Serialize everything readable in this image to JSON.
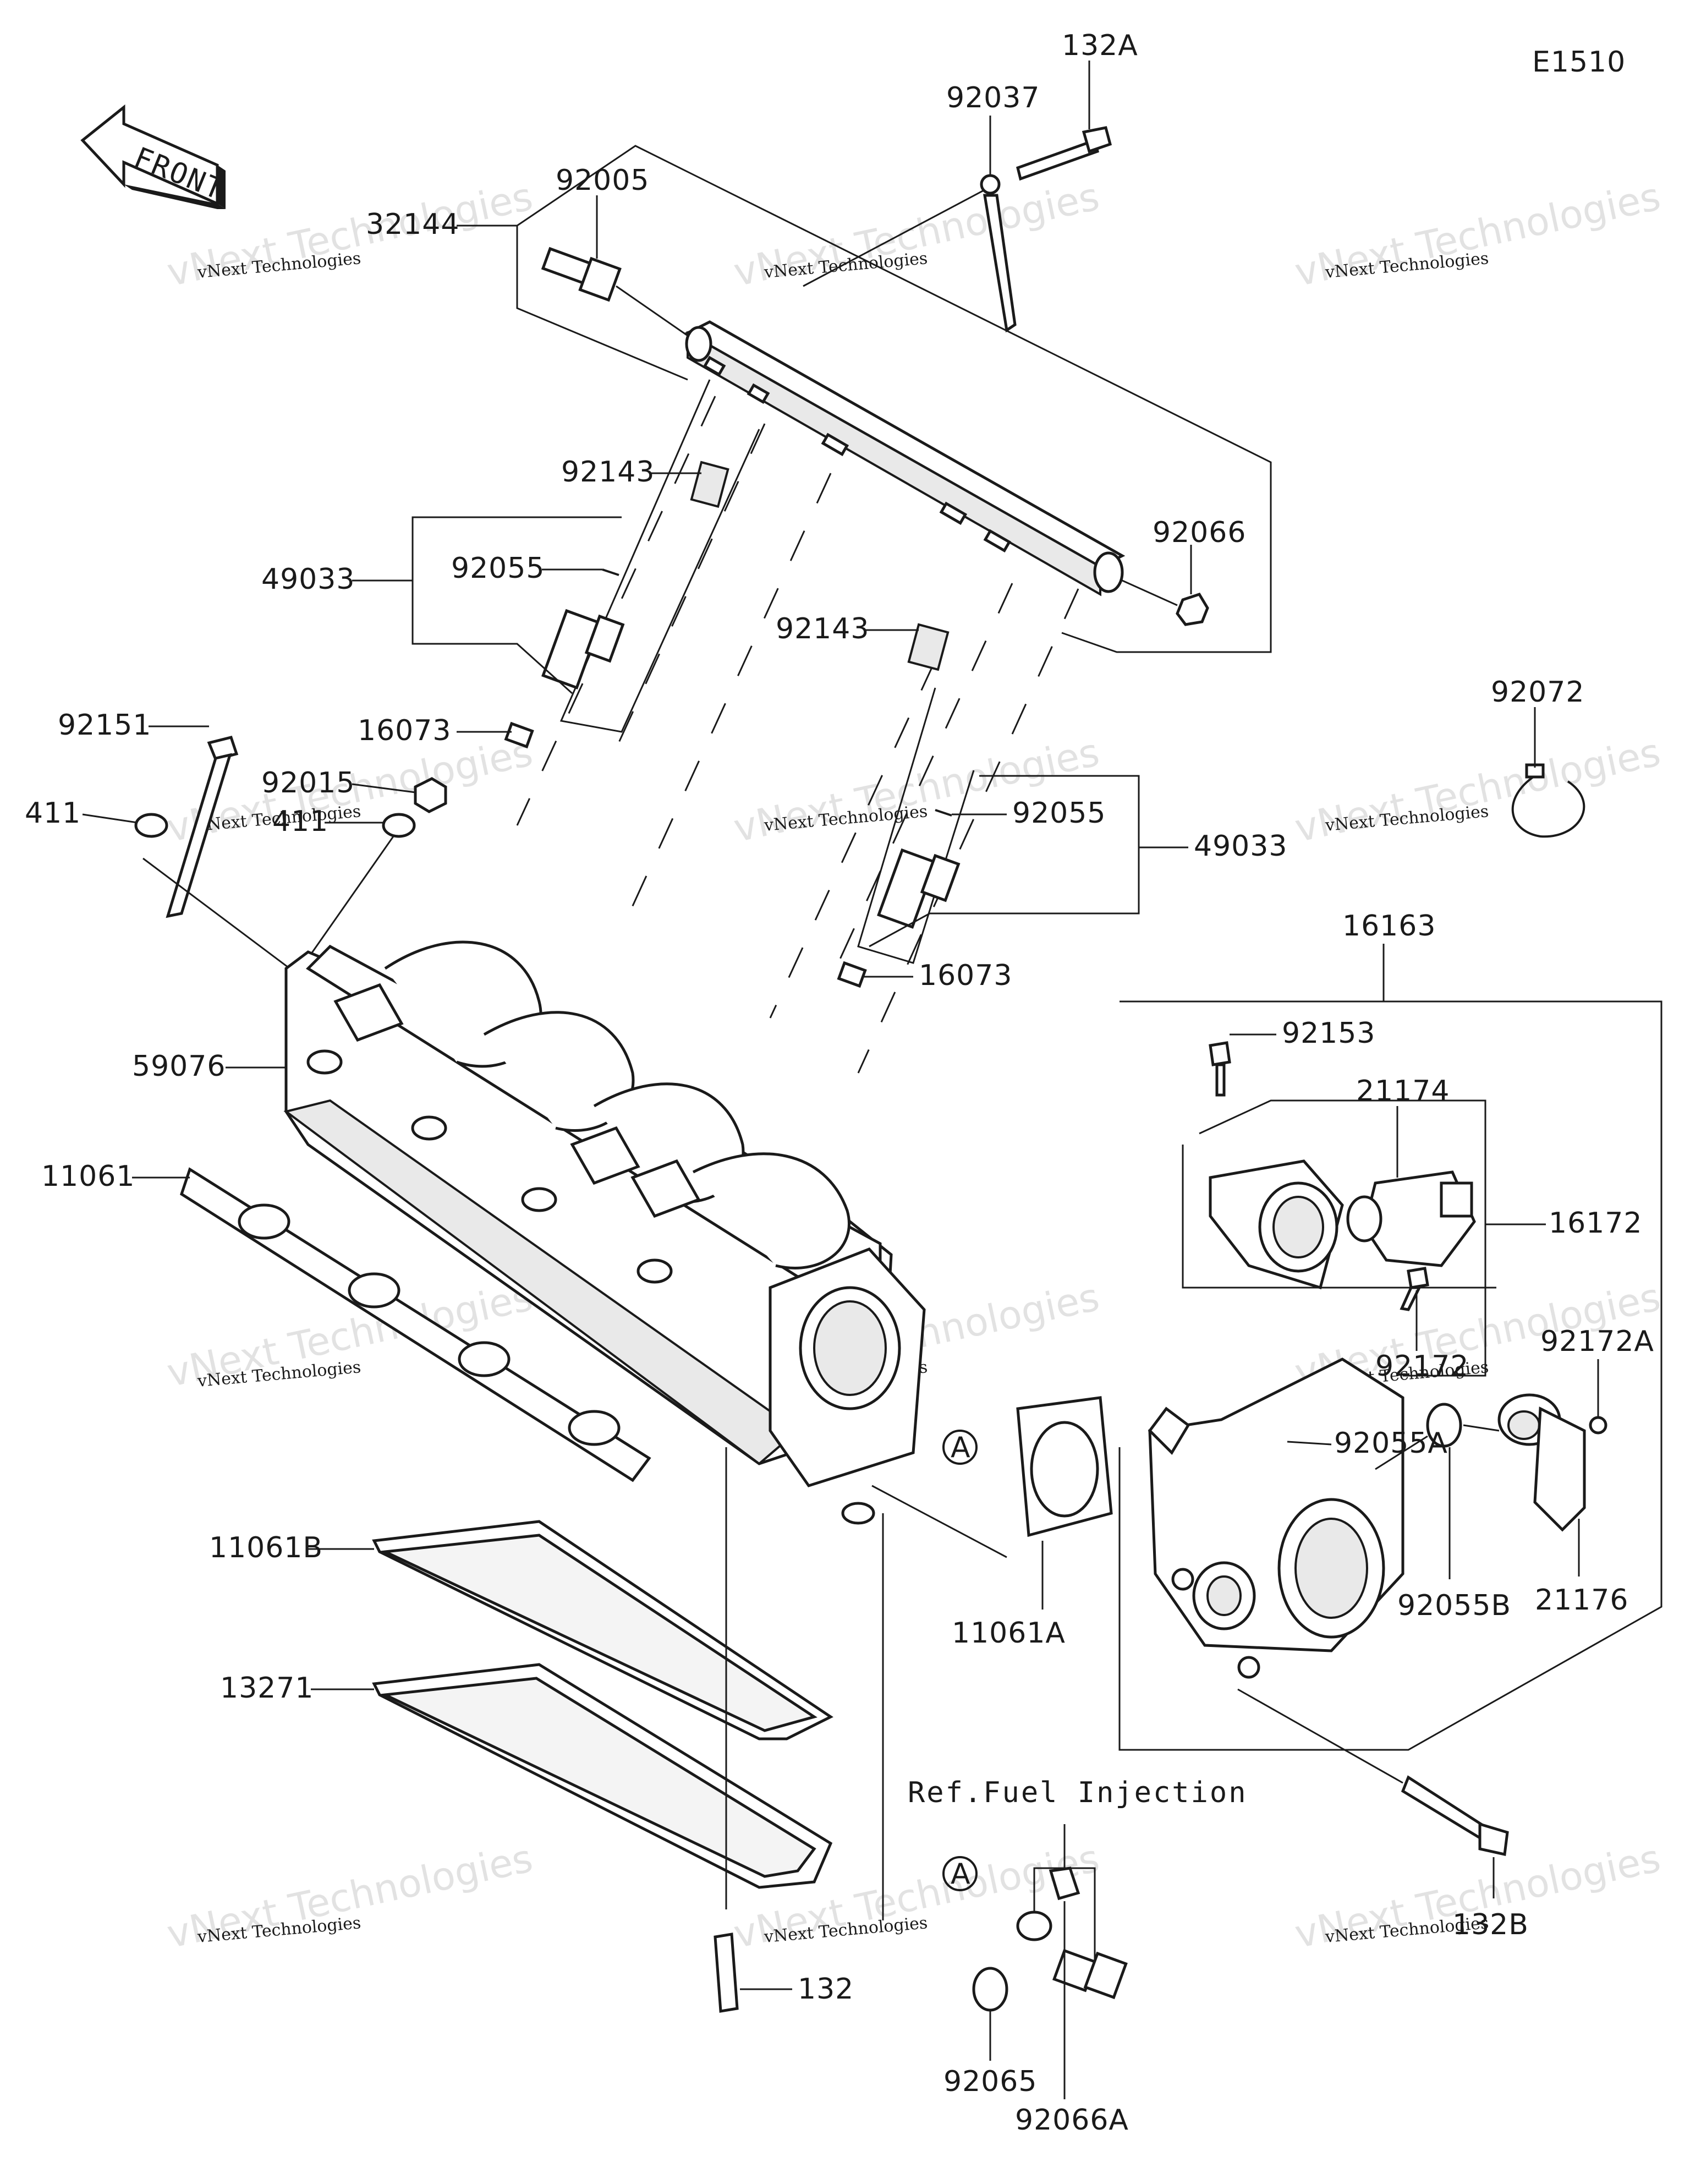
{
  "diagram_code": "E1510",
  "front_label": "FRONT",
  "ref_note": "Ref.Fuel Injection",
  "circle_marker": "A",
  "watermark": {
    "large": "vNext Technologies",
    "small": "vNext Technologies"
  },
  "part_labels": {
    "p132A": "132A",
    "p92037": "92037",
    "p92005": "92005",
    "p32144": "32144",
    "p92143_a": "92143",
    "p92143_b": "92143",
    "p92066": "92066",
    "p49033_a": "49033",
    "p49033_b": "49033",
    "p92055_a": "92055",
    "p92055_b": "92055",
    "p92072": "92072",
    "p92151": "92151",
    "p16073_a": "16073",
    "p16073_b": "16073",
    "p92015": "92015",
    "p411_a": "411",
    "p411_b": "411",
    "p16163": "16163",
    "p92153": "92153",
    "p59076": "59076",
    "p21174": "21174",
    "p11061": "11061",
    "p16172": "16172",
    "p92172": "92172",
    "p92172A": "92172A",
    "p92055A": "92055A",
    "p11061B": "11061B",
    "p11061A": "11061A",
    "p92055B": "92055B",
    "p21176": "21176",
    "p13271": "13271",
    "p132B": "132B",
    "p132": "132",
    "p92065": "92065",
    "p92066A": "92066A"
  }
}
